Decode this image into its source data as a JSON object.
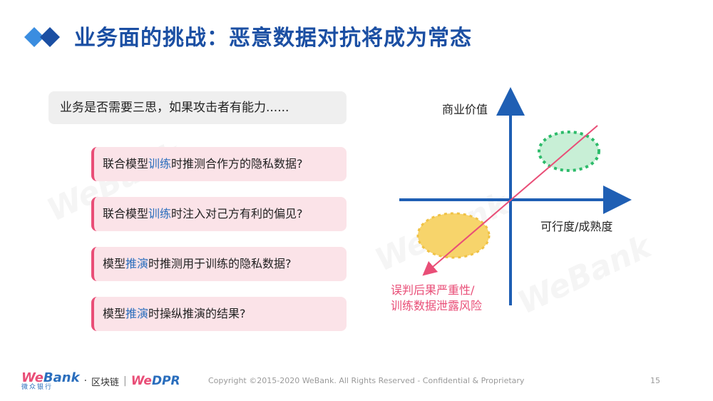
{
  "title": "业务面的挑战：恶意数据对抗将成为常态",
  "question": "业务是否需要三思，如果攻击者有能力......",
  "items": [
    {
      "pre": "联合模型",
      "hl": "训练",
      "post": "时推测合作方的隐私数据?"
    },
    {
      "pre": "联合模型",
      "hl": "训练",
      "post": "时注入对己方有利的偏见?"
    },
    {
      "pre": "模型",
      "hl": "推演",
      "post": "时推测用于训练的隐私数据?"
    },
    {
      "pre": "模型",
      "hl": "推演",
      "post": "时操纵推演的结果?"
    }
  ],
  "chart": {
    "y_label": "商业价值",
    "x_label": "可行度/成熟度",
    "risk_line1": "误判后果严重性/",
    "risk_line2": "训练数据泄露风险"
  },
  "footer": {
    "logo_we": "We",
    "logo_bank": "Bank",
    "logo_sub": "微众银行",
    "dot": "·",
    "blockchain": "区块链",
    "divider": "|",
    "wedpr_we": "We",
    "wedpr_rest": "DPR",
    "copyright": "Copyright ©2015-2020 WeBank. All Rights Reserved - Confidential & Proprietary",
    "page": "15"
  },
  "watermark": "WeBank",
  "colors": {
    "title_blue": "#1b4fa3",
    "axis_blue": "#1f5fb4",
    "accent_pink": "#e94e77",
    "green": "#2dbb6a",
    "yellow": "#f7d46b"
  }
}
